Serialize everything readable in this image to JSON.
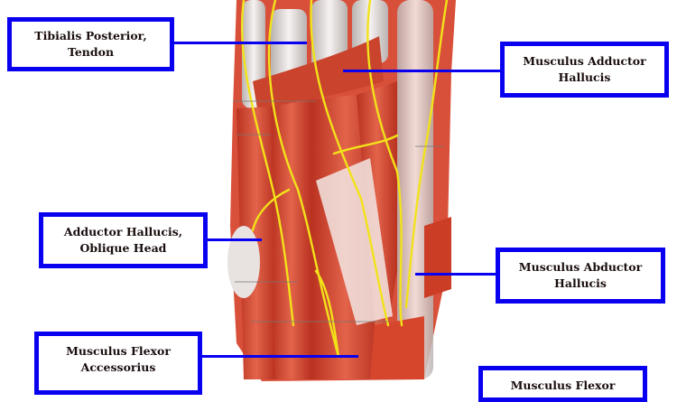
{
  "diagram": {
    "subject": "Plantar foot musculature with nerves",
    "colors": {
      "label_border": "#0a00f0",
      "leader_line": "#0a00f0",
      "muscle": "#d9503a",
      "muscle_dark": "#b8321f",
      "tendon": "#ece6e4",
      "nerve": "#f2e21a",
      "background": "#ffffff"
    },
    "labels": [
      {
        "id": "tibialis-posterior-tendon",
        "text": "Tibialis Posterior,\nTendon"
      },
      {
        "id": "musculus-adductor-hallucis",
        "text": "Musculus Adductor\nHallucis"
      },
      {
        "id": "adductor-hallucis-oblique-head",
        "text": "Adductor Hallucis,\nOblique Head"
      },
      {
        "id": "musculus-abductor-hallucis",
        "text": "Musculus Abductor\nHallucis"
      },
      {
        "id": "musculus-flexor-accessorius",
        "text": "Musculus Flexor\nAccessorius"
      },
      {
        "id": "musculus-flexor-partial",
        "text": "Musculus Flexor"
      }
    ]
  }
}
